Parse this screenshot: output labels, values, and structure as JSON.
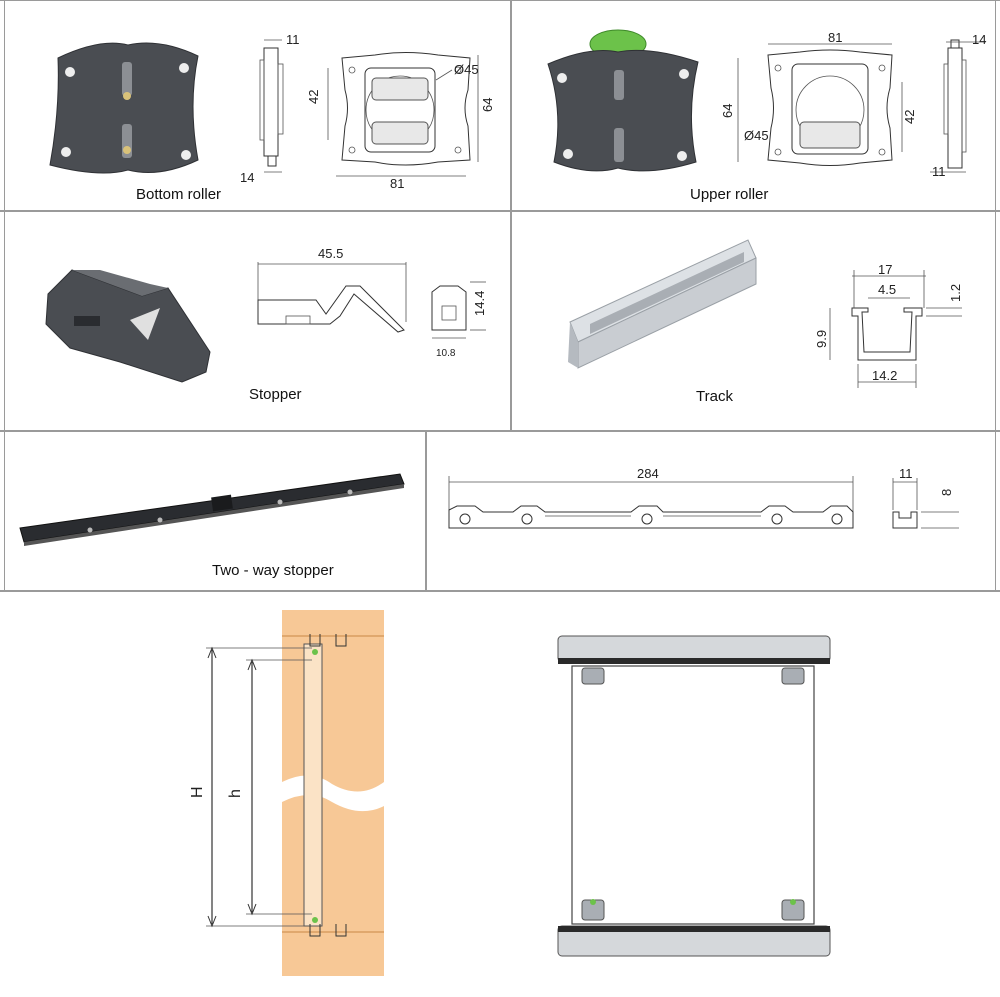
{
  "panels": {
    "bottom_roller": {
      "caption": "Bottom roller",
      "dims": {
        "side_top": "11",
        "side_bottom": "14",
        "height": "42",
        "diameter": "Ø45",
        "overall_height": "64",
        "width": "81"
      }
    },
    "upper_roller": {
      "caption": "Upper roller",
      "dims": {
        "width": "81",
        "overall_height": "64",
        "diameter": "Ø45",
        "height": "42",
        "side_top": "14",
        "side_bottom": "11"
      }
    },
    "stopper": {
      "caption": "Stopper",
      "dims": {
        "length": "45.5",
        "height": "14.4",
        "width": "10.8"
      }
    },
    "track": {
      "caption": "Track",
      "dims": {
        "outer_width": "17",
        "slot_width": "4.5",
        "lip": "1.2",
        "height": "9.9",
        "inner_width": "14.2"
      }
    },
    "two_way_stopper": {
      "caption": "Two - way stopper",
      "dims": {
        "length": "284",
        "width": "11",
        "height": "8"
      }
    },
    "installation": {
      "labels": {
        "total_height": "H",
        "door_height": "h"
      }
    }
  },
  "colors": {
    "frame": "#9a9a9a",
    "part_dark": "#4a4d52",
    "wheel_green": "#6cc24a",
    "aluminium": "#c9cdd2",
    "wood": "#f7c896",
    "rail_dark": "#2a2a2a"
  }
}
